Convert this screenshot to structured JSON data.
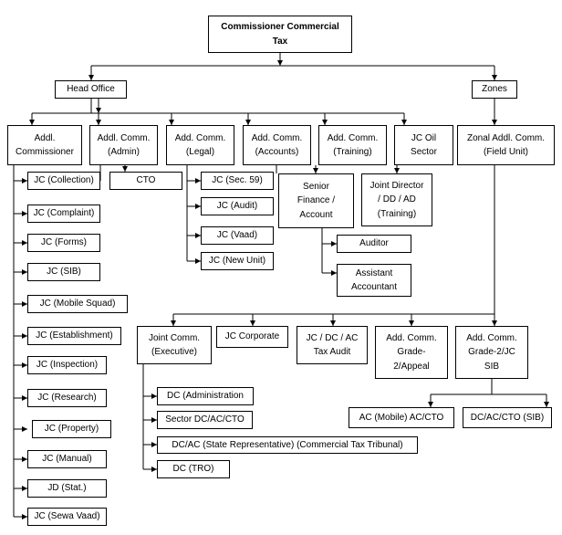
{
  "root": "Commissioner Commercial\nTax",
  "head_office": "Head Office",
  "zones": "Zones",
  "ho_children": {
    "addl_commissioner": "Addl.\nCommissioner",
    "addl_comm_admin": "Addl. Comm.\n(Admin)",
    "add_comm_legal": "Add. Comm.\n(Legal)",
    "add_comm_accounts": "Add. Comm.\n(Accounts)",
    "add_comm_training": "Add. Comm.\n(Training)",
    "jc_oil_sector": "JC Oil\nSector"
  },
  "zonal_addl_comm": "Zonal Addl. Comm.\n(Field Unit)",
  "addl_commissioner_jcs": [
    "JC (Collection)",
    "JC (Complaint)",
    "JC (Forms)",
    "JC (SIB)",
    "JC (Mobile Squad)",
    "JC (Establishment)",
    "JC (Inspection)",
    "JC (Research)",
    "JC (Property)",
    "JC (Manual)",
    "JD (Stat.)",
    "JC (Sewa Vaad)"
  ],
  "admin_children": [
    "CTO"
  ],
  "legal_children": [
    "JC (Sec. 59)",
    "JC (Audit)",
    "JC (Vaad)",
    "JC (New Unit)"
  ],
  "accounts_children": {
    "senior_finance": "Senior\nFinance /\nAccount",
    "sub": [
      "Auditor",
      "Assistant\nAccountant"
    ]
  },
  "training_children": [
    "Joint Director\n/ DD / AD\n(Training)"
  ],
  "zonal_children": {
    "joint_comm_exec": "Joint Comm.\n(Executive)",
    "jc_corporate": "JC Corporate",
    "jc_dc_ac_tax_audit": "JC / DC / AC\nTax Audit",
    "add_comm_grade2_appeal": "Add. Comm.\nGrade-\n2/Appeal",
    "add_comm_grade2_jc_sib": "Add. Comm.\nGrade-2/JC\nSIB"
  },
  "exec_children": [
    "DC (Administration",
    "Sector DC/AC/CTO",
    "DC/AC (State Representative) (Commercial Tax Tribunal)",
    "DC (TRO)"
  ],
  "sib_children": [
    "AC (Mobile) AC/CTO",
    "DC/AC/CTO (SIB)"
  ]
}
